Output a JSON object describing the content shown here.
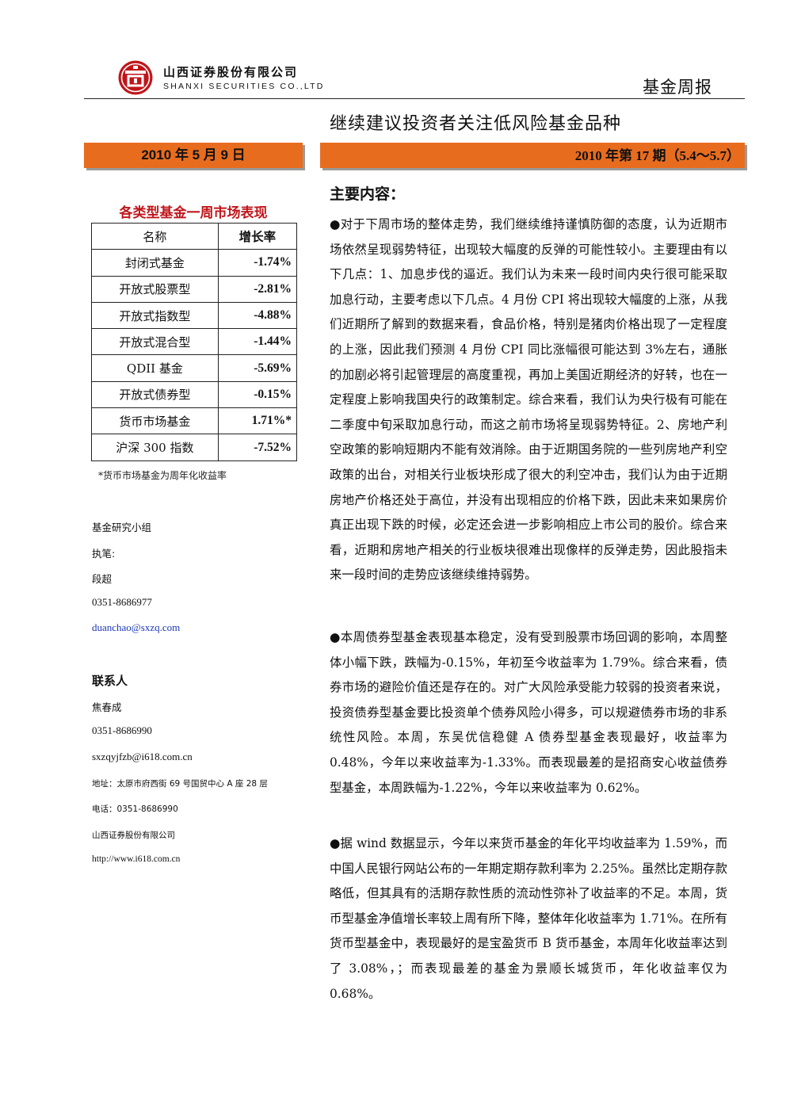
{
  "header": {
    "company_cn": "山西证券股份有限公司",
    "company_en": "SHANXI SECURITIES CO.,LTD",
    "report_type": "基金周报",
    "title": "继续建议投资者关注低风险基金品种",
    "brand_color": "#c0161b",
    "accent_color": "#e86c1e"
  },
  "date_bar": {
    "label": "2010 年 5 月 9 日"
  },
  "issue_bar": {
    "label": "2010 年第 17 期（5.4～5.7）"
  },
  "sidebar": {
    "table_title": "各类型基金一周市场表现",
    "table": {
      "columns": [
        "名称",
        "增长率"
      ],
      "rows": [
        {
          "name": "封闭式基金",
          "rate": "-1.74%"
        },
        {
          "name": "开放式股票型",
          "rate": "-2.81%"
        },
        {
          "name": "开放式指数型",
          "rate": "-4.88%"
        },
        {
          "name": "开放式混合型",
          "rate": "-1.44%"
        },
        {
          "name": "QDII 基金",
          "rate": "-5.69%"
        },
        {
          "name": "开放式债券型",
          "rate": "-0.15%"
        },
        {
          "name": "货币市场基金",
          "rate": "1.71%*"
        },
        {
          "name": "沪深 300 指数",
          "rate": "-7.52%"
        }
      ]
    },
    "table_note": "*货币市场基金为周年化收益率",
    "group": "基金研究小组",
    "author_label": "执笔:",
    "author_name": "段超",
    "author_phone": "0351-8686977",
    "author_email": "duanchao@sxzq.com",
    "contact_heading": "联系人",
    "contact_name": "焦春成",
    "contact_phone": "0351-8686990",
    "contact_email": "sxzqyjfzb@i618.com.cn",
    "address": "地址：太原市府西街 69 号国贸中心 A 座 28 层",
    "tel": "电话：0351-8686990",
    "company": "山西证券股份有限公司",
    "website": "http://www.i618.com.cn"
  },
  "main": {
    "heading": "主要内容：",
    "bullet_glyph": "●",
    "paragraphs": [
      "对于下周市场的整体走势，我们继续维持谨慎防御的态度，认为近期市场依然呈现弱势特征，出现较大幅度的反弹的可能性较小。主要理由有以下几点：1、加息步伐的逼近。我们认为未来一段时间内央行很可能采取加息行动，主要考虑以下几点。4 月份 CPI 将出现较大幅度的上涨，从我们近期所了解到的数据来看，食品价格，特别是猪肉价格出现了一定程度的上涨，因此我们预测 4 月份 CPI 同比涨幅很可能达到 3%左右，通胀的加剧必将引起管理层的高度重视，再加上美国近期经济的好转，也在一定程度上影响我国央行的政策制定。综合来看，我们认为央行极有可能在二季度中旬采取加息行动，而这之前市场将呈现弱势特征。2、房地产利空政策的影响短期内不能有效消除。由于近期国务院的一些列房地产利空政策的出台，对相关行业板块形成了很大的利空冲击，我们认为由于近期房地产价格还处于高位，并没有出现相应的价格下跌，因此未来如果房价真正出现下跌的时候，必定还会进一步影响相应上市公司的股价。综合来看，近期和房地产相关的行业板块很难出现像样的反弹走势，因此股指未来一段时间的走势应该继续维持弱势。",
      "本周债券型基金表现基本稳定，没有受到股票市场回调的影响，本周整体小幅下跌，跌幅为-0.15%，年初至今收益率为 1.79%。综合来看，债券市场的避险价值还是存在的。对广大风险承受能力较弱的投资者来说，投资债券型基金要比投资单个债券风险小得多，可以规避债券市场的非系统性风险。本周，东吴优信稳健 A 债券型基金表现最好，收益率为 0.48%，今年以来收益率为-1.33%。而表现最差的是招商安心收益债券型基金，本周跌幅为-1.22%，今年以来收益率为 0.62%。",
      "据 wind 数据显示，今年以来货币基金的年化平均收益率为 1.59%，而中国人民银行网站公布的一年期定期存款利率为 2.25%。虽然比定期存款略低，但其具有的活期存款性质的流动性弥补了收益率的不足。本周，货币型基金净值增长率较上周有所下降，整体年化收益率为 1.71%。在所有货币型基金中，表现最好的是宝盈货币 B 货币基金，本周年化收益率达到了 3.08%，；而表现最差的基金为景顺长城货币，年化收益率仅为 0.68%。"
    ]
  }
}
